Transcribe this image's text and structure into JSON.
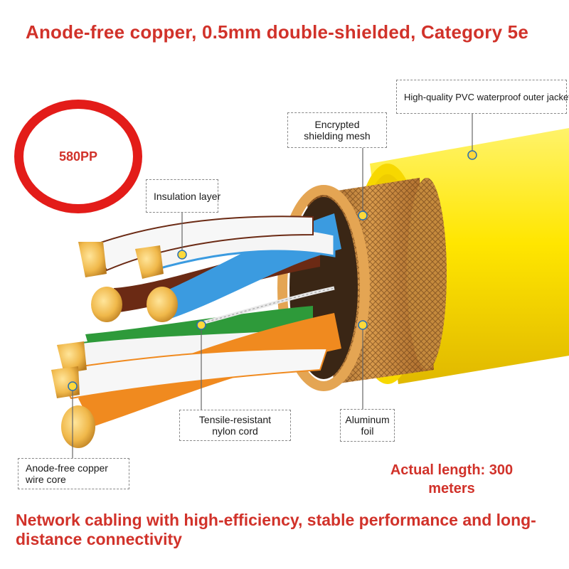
{
  "title": "Anode-free copper, 0.5mm double-shielded, Category 5e",
  "badge": "580PP",
  "labels": {
    "outer_jacket": "High-quality PVC waterproof outer jacket",
    "shield_mesh": "Encrypted shielding mesh",
    "insulation": "Insulation layer",
    "nylon_cord": "Tensile-resistant nylon cord",
    "aluminum_foil": "Aluminum foil",
    "copper_core": "Anode-free copper wire core"
  },
  "note": "Actual length: 300 meters",
  "footer": "Network cabling with high-efficiency, stable performance and long-distance connectivity",
  "colors": {
    "accent_red": "#d1322a",
    "badge_ring": "#e31c19",
    "jacket_yellow": "#ffe600",
    "braid_copper": "#c58a3d",
    "copper_tip": "#f0b84a",
    "pair_blue": "#3b9be0",
    "pair_brown": "#6b2a14",
    "pair_orange": "#f08a1f",
    "pair_green": "#2e9a3a"
  }
}
